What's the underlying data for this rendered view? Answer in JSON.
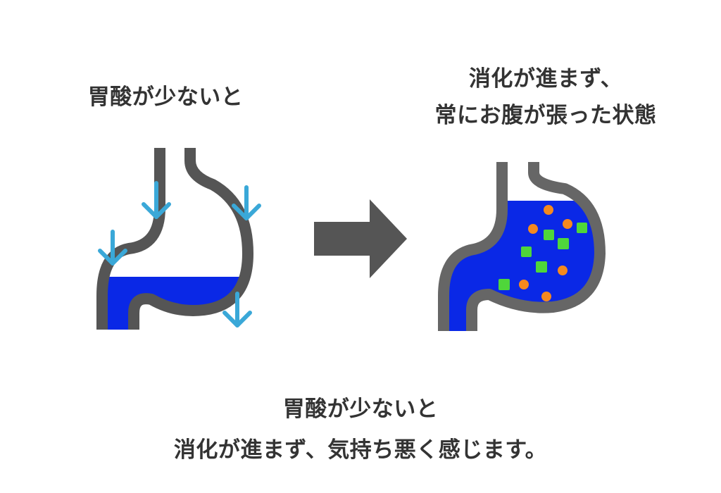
{
  "left_panel": {
    "caption": "胃酸が少ないと"
  },
  "right_panel": {
    "caption_lines": [
      "消化が進まず、",
      "常にお腹が張った状態"
    ]
  },
  "bottom": {
    "lines": [
      "胃酸が少ないと",
      "消化が進まず、気持ち悪く感じます。"
    ]
  },
  "colors": {
    "stomach_wall": "#555555",
    "stomach_wall_right": "#666666",
    "acid": "#0a28e6",
    "arrow_down": "#3aa8d8",
    "arrow_main": "#555555",
    "particle_green": "#4fd63a",
    "particle_orange": "#f5891e"
  }
}
